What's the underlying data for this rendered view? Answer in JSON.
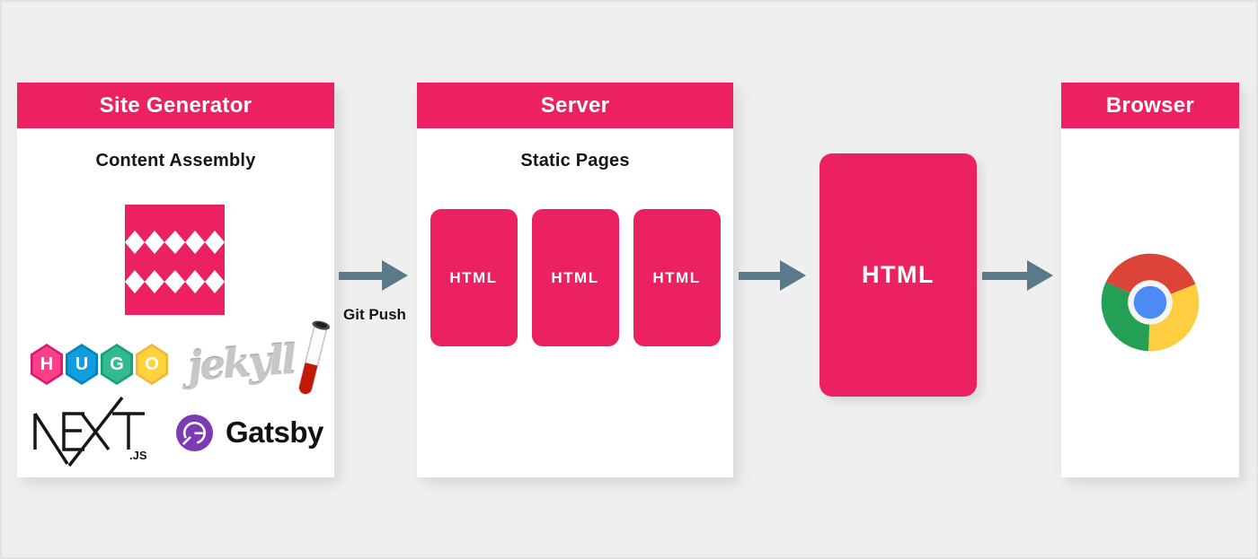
{
  "colors": {
    "accent_pink": "#EB2161",
    "arrow_slate": "#5B7A89",
    "background": "#F0EFEF",
    "hugo_hex_fills": [
      "#FF4088",
      "#0F9FDE",
      "#33BA91",
      "#FFD43B"
    ],
    "hugo_hex_rims": [
      "#D61A76",
      "#0880BC",
      "#16A179",
      "#EFB73E"
    ],
    "gatsby_purple": "#7B3BB3",
    "chrome_red": "#DB4437",
    "chrome_yellow": "#FFCD40",
    "chrome_green": "#23A055",
    "chrome_blue": "#4C8BF5"
  },
  "site_generator": {
    "title": "Site Generator",
    "subtitle": "Content Assembly",
    "hugo_letters": [
      "H",
      "U",
      "G",
      "O"
    ],
    "jekyll_text": "jekyll",
    "next_text": "NEXT",
    "next_suffix": ".JS",
    "gatsby_text": "Gatsby"
  },
  "server": {
    "title": "Server",
    "subtitle": "Static Pages",
    "cards": [
      "HTML",
      "HTML",
      "HTML"
    ]
  },
  "browser": {
    "title": "Browser"
  },
  "flow": {
    "git_push_label": "Git Push",
    "html_node_label": "HTML"
  }
}
